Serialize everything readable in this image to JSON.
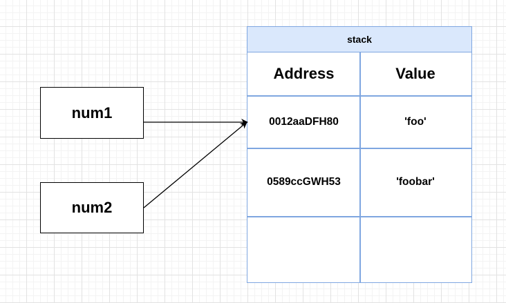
{
  "pointers": {
    "num1": "num1",
    "num2": "num2"
  },
  "stack": {
    "title": "stack",
    "headers": {
      "address": "Address",
      "value": "Value"
    },
    "rows": [
      {
        "address": "0012aaDFH80",
        "value": "'foo'"
      },
      {
        "address": "0589ccGWH53",
        "value": "'foobar'"
      },
      {
        "address": "",
        "value": ""
      }
    ]
  },
  "colors": {
    "stack_border": "#7ea6e0",
    "stack_header_fill": "#dae8fc",
    "box_border": "#000000"
  }
}
